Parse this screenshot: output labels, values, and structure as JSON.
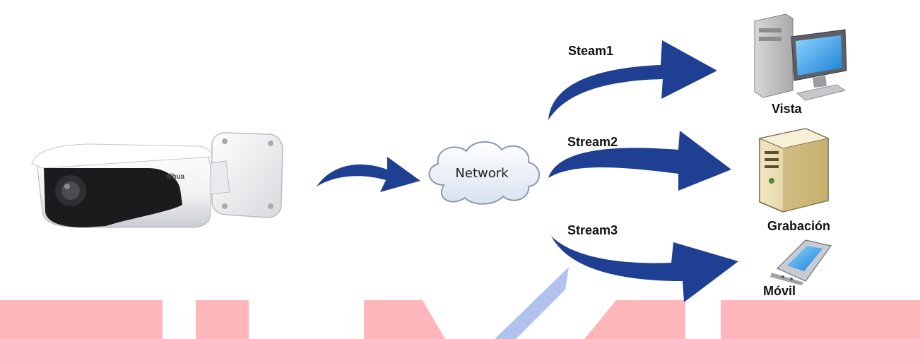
{
  "diagram": {
    "source_brand": "alhua",
    "network_label": "Network",
    "streams": {
      "stream1": "Steam1",
      "stream2": "Stream2",
      "stream3": "Stream3"
    },
    "destinations": {
      "view": "Vista",
      "recording": "Grabación",
      "mobile": "Móvil"
    }
  },
  "colors": {
    "arrow": "#1f3f93",
    "watermark_red": "#ffb3b8",
    "watermark_blue": "#9fb3ea"
  }
}
